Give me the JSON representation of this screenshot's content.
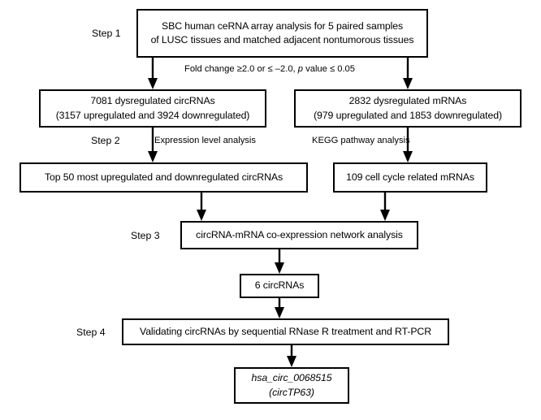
{
  "diagram": {
    "title": "circRNA study workflow flowchart",
    "colors": {
      "stroke": "#000000",
      "background": "#ffffff",
      "text": "#000000"
    },
    "steps": {
      "step1": "Step 1",
      "step2": "Step 2",
      "step3": "Step 3",
      "step4": "Step 4"
    },
    "boxes": {
      "step1": {
        "line1": "SBC human ceRNA array analysis for 5 paired samples",
        "line2": "of LUSC tissues and matched adjacent nontumorous tissues"
      },
      "circrnas": {
        "line1": "7081 dysregulated circRNAs",
        "line2": "(3157 upregulated and 3924 downregulated)"
      },
      "mrnas": {
        "line1": "2832 dysregulated mRNAs",
        "line2": "(979 upregulated and 1853 downregulated)"
      },
      "top50": {
        "line1": "Top 50 most upregulated and downregulated circRNAs"
      },
      "cellcycle": {
        "line1": "109 cell cycle related mRNAs"
      },
      "coexpression": {
        "line1": "circRNA-mRNA co-expression network analysis"
      },
      "sixcirc": {
        "line1": "6 circRNAs"
      },
      "validating": {
        "line1": "Validating circRNAs by sequential RNase R treatment and RT-PCR"
      },
      "final": {
        "line1": "hsa_circ_0068515",
        "line2": "(circTP63)"
      }
    },
    "edge_labels": {
      "fold_change_pre": "Fold change ≥2.0 or ≤ –2.0, ",
      "fold_change_ital": "p",
      "fold_change_post": " value ≤ 0.05",
      "expression": "Expression level analysis",
      "kegg": "KEGG pathway analysis"
    }
  }
}
